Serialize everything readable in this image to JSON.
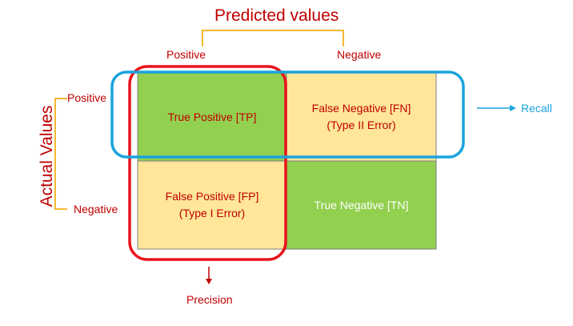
{
  "header": {
    "predicted_title": "Predicted values",
    "predicted_positive": "Positive",
    "predicted_negative": "Negative"
  },
  "side": {
    "actual_title": "Actual Values",
    "actual_positive": "Positive",
    "actual_negative": "Negative"
  },
  "matrix": {
    "tp": {
      "line1": "True Positive [TP]"
    },
    "fn": {
      "line1": "False Negative [FN]",
      "line2": "(Type II Error)"
    },
    "fp": {
      "line1": "False Positive [FP]",
      "line2": "(Type I Error)"
    },
    "tn": {
      "line1": "True Negative [TN]"
    }
  },
  "annotations": {
    "recall": "Recall",
    "precision": "Precision"
  },
  "colors": {
    "green_cell": "#92d050",
    "yellow_cell": "#ffe699",
    "red_outline": "#e8141b",
    "blue_outline": "#1aa3dd",
    "bracket": "#f5b82e",
    "text_red": "#c00000"
  }
}
